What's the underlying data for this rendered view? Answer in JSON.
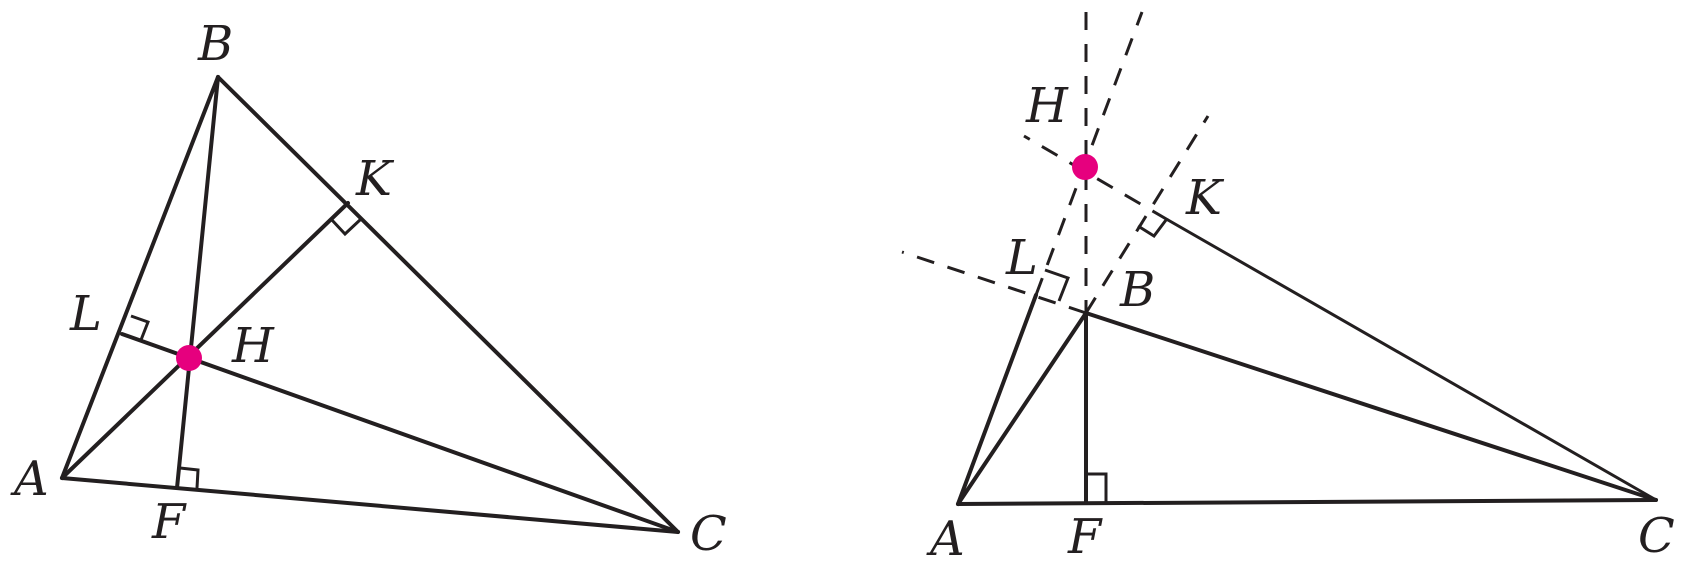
{
  "colors": {
    "ink": "#231f20",
    "orthocenter": "#e6007e"
  },
  "panels": [
    {
      "id": "acute",
      "labels": {
        "A": "A",
        "B": "B",
        "C": "C",
        "F": "F",
        "H": "H",
        "K": "K",
        "L": "L"
      }
    },
    {
      "id": "obtuse",
      "labels": {
        "A": "A",
        "B": "B",
        "C": "C",
        "F": "F",
        "H": "H",
        "K": "K",
        "L": "L"
      }
    }
  ]
}
